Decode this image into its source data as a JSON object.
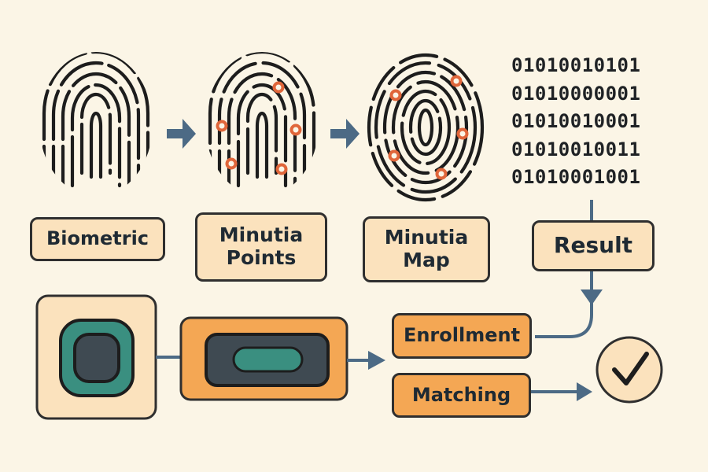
{
  "labels": {
    "biometric": "Biometric",
    "minutia_points_line1": "Minutia",
    "minutia_points_line2": "Points",
    "minutia_map_line1": "Minutia",
    "minutia_map_line2": "Map",
    "result": "Result",
    "enrollment": "Enrollment",
    "matching": "Matching"
  },
  "binary_lines": [
    "01010010101",
    "01010000001",
    "01010010001",
    "01010010011",
    "01010001001"
  ],
  "icons": {
    "fingerprint": "fingerprint-icon",
    "scanner": "fingerprint-scanner-icon",
    "template": "template-card-icon",
    "checkmark": "checkmark-icon",
    "arrow": "arrow-right-icon"
  },
  "colors": {
    "background": "#fbf5e6",
    "box_fill": "#fbe2bd",
    "box_orange": "#f4a754",
    "outline": "#2f2f2f",
    "minutia_marker": "#e0663a",
    "connector": "#4c6a85",
    "teal": "#3a8f80",
    "dark_slate": "#3f4a52"
  }
}
